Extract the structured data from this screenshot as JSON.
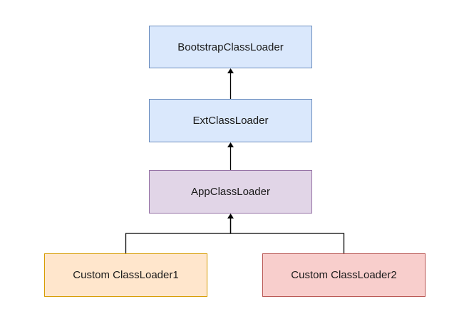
{
  "diagram": {
    "nodes": {
      "bootstrap": {
        "label": "BootstrapClassLoader",
        "fill": "#dae8fc",
        "stroke": "#6c8ebf"
      },
      "ext": {
        "label": "ExtClassLoader",
        "fill": "#dae8fc",
        "stroke": "#6c8ebf"
      },
      "app": {
        "label": "AppClassLoader",
        "fill": "#e1d5e7",
        "stroke": "#9673a6"
      },
      "custom1": {
        "label": "Custom ClassLoader1",
        "fill": "#ffe6cc",
        "stroke": "#d79b00"
      },
      "custom2": {
        "label": "Custom ClassLoader2",
        "fill": "#f8cecc",
        "stroke": "#b85450"
      }
    },
    "edges": [
      {
        "from": "ext",
        "to": "bootstrap"
      },
      {
        "from": "app",
        "to": "ext"
      },
      {
        "from": "custom1",
        "to": "app"
      },
      {
        "from": "custom2",
        "to": "app"
      }
    ],
    "edge_color": "#000000"
  }
}
